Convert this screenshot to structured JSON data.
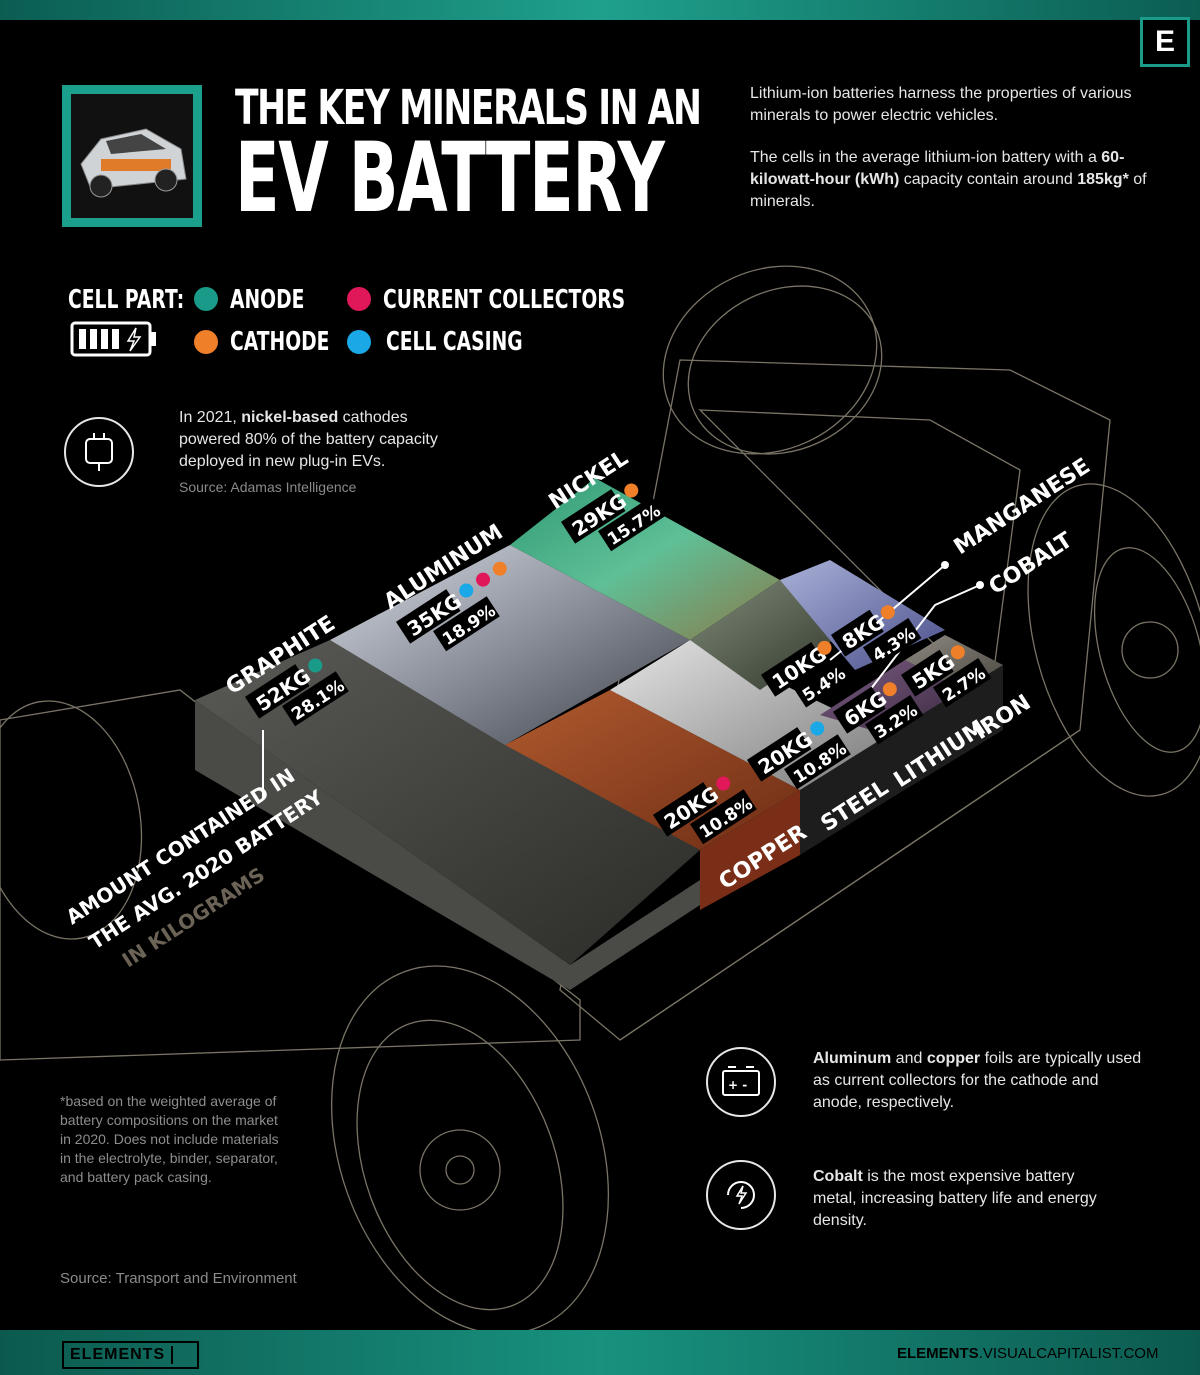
{
  "title": {
    "line1": "THE KEY MINERALS IN AN",
    "line2": "EV BATTERY"
  },
  "intro": {
    "p1": "Lithium-ion batteries harness the properties of various minerals to power electric vehicles.",
    "p2_pre": "The cells in the average lithium-ion battery with a ",
    "p2_bold1": "60-kilowatt-hour (kWh)",
    "p2_mid": " capacity contain around ",
    "p2_bold2": "185kg*",
    "p2_post": " of minerals."
  },
  "logo_letter": "E",
  "legend": {
    "heading": "CELL PART:",
    "items": [
      {
        "label": "ANODE",
        "color": "#1a9a88"
      },
      {
        "label": "CATHODE",
        "color": "#f07f2a"
      },
      {
        "label": "CURRENT COLLECTORS",
        "color": "#e0185a"
      },
      {
        "label": "CELL CASING",
        "color": "#1aa8e6"
      }
    ]
  },
  "nickel_note": {
    "pre": "In 2021, ",
    "bold": "nickel-based",
    "post": " cathodes powered 80% of the battery capacity deployed in new plug-in EVs.",
    "source": "Source: Adamas Intelligence"
  },
  "minerals": [
    {
      "name": "GRAPHITE",
      "kg": "52KG",
      "pct": "28.1%"
    },
    {
      "name": "ALUMINUM",
      "kg": "35KG",
      "pct": "18.9%"
    },
    {
      "name": "NICKEL",
      "kg": "29KG",
      "pct": "15.7%"
    },
    {
      "name": "COPPER",
      "kg": "20KG",
      "pct": "10.8%"
    },
    {
      "name": "STEEL",
      "kg": "20KG",
      "pct": "10.8%"
    },
    {
      "name": "MANGANESE",
      "kg": "10KG",
      "pct": "5.4%"
    },
    {
      "name": "COBALT",
      "kg": "8KG",
      "pct": "4.3%"
    },
    {
      "name": "LITHIUM",
      "kg": "6KG",
      "pct": "3.2%"
    },
    {
      "name": "IRON",
      "kg": "5KG",
      "pct": "2.7%"
    }
  ],
  "amount_label": {
    "line1": "AMOUNT CONTAINED IN",
    "line2": "THE AVG. 2020 BATTERY",
    "line3": "IN KILOGRAMS"
  },
  "notes": {
    "collectors": {
      "bold1": "Aluminum",
      "mid1": " and ",
      "bold2": "copper",
      "post": " foils are typically used as current collectors for the cathode and anode, respectively."
    },
    "cobalt": {
      "bold": "Cobalt",
      "post": " is the most expensive battery metal, increasing battery life and energy density."
    }
  },
  "footnote": "*based on the weighted average of battery compositions on the market in 2020. Does not include materials in the electrolyte, binder, separator, and battery pack casing.",
  "source": "Source:  Transport and Environment",
  "footer": {
    "brand": "ELEMENTS",
    "site_bold": "ELEMENTS",
    "site_rest": ".VISUALCAPITALIST.COM"
  }
}
